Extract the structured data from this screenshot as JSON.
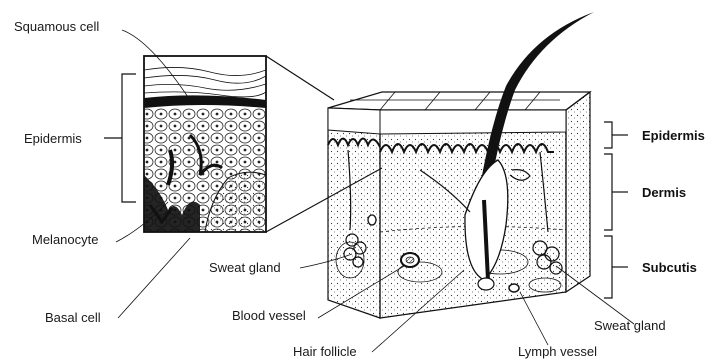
{
  "labels": {
    "squamous_cell": "Squamous cell",
    "epidermis_left": "Epidermis",
    "melanocyte": "Melanocyte",
    "basal_cell": "Basal cell",
    "sweat_gland_left": "Sweat gland",
    "blood_vessel": "Blood vessel",
    "hair_follicle": "Hair follicle",
    "lymph_vessel": "Lymph vessel",
    "sweat_gland_right": "Sweat gland",
    "epidermis_right": "Epidermis",
    "dermis": "Dermis",
    "subcutis": "Subcutis"
  }
}
